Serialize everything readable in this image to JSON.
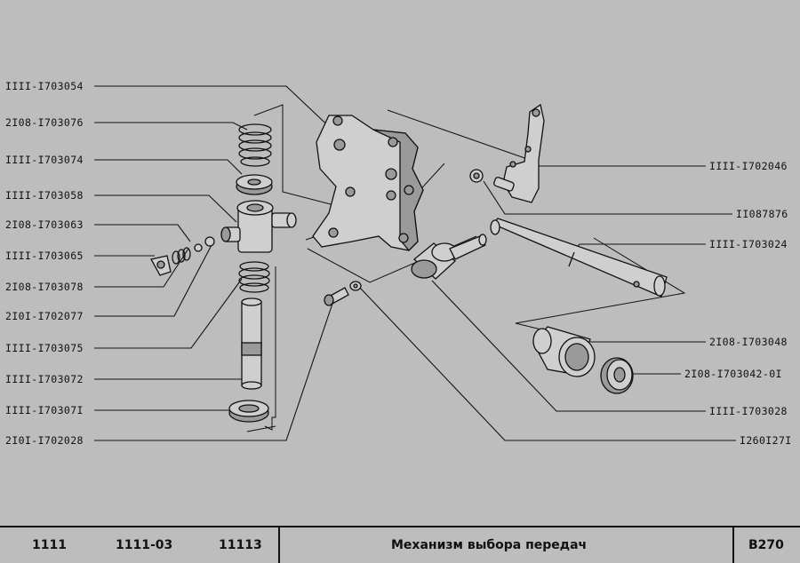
{
  "labels_left": [
    "IIII-I703054",
    "2I08-I703076",
    "IIII-I703074",
    "IIII-I703058",
    "2I08-I703063",
    "IIII-I703065",
    "2I08-I703078",
    "2I0I-I702077",
    "IIII-I703075",
    "IIII-I703072",
    "IIII-I70307I",
    "2I0I-I702028"
  ],
  "labels_right": [
    "IIII-I702046",
    "II087876",
    "IIII-I703024",
    "2I08-I703048",
    "2I08-I703042-0I",
    "IIII-I703028",
    "I260I27I"
  ],
  "footer": {
    "model_1": "1111",
    "model_2": "1111-03",
    "model_3": "11113",
    "title": "Механизм выбора передач",
    "code": "В270"
  }
}
